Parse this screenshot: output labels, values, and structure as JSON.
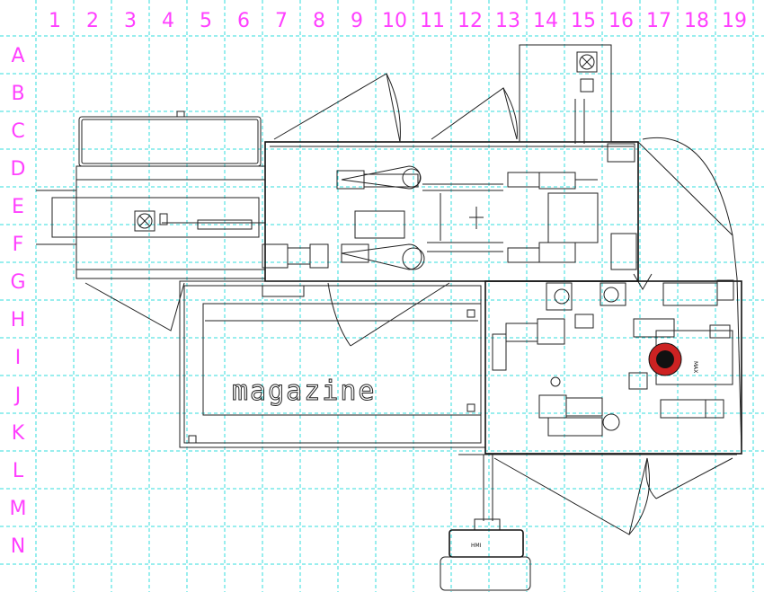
{
  "grid": {
    "columns": [
      "1",
      "2",
      "3",
      "4",
      "5",
      "6",
      "7",
      "8",
      "9",
      "10",
      "11",
      "12",
      "13",
      "14",
      "15",
      "16",
      "17",
      "18",
      "19"
    ],
    "rows": [
      "A",
      "B",
      "C",
      "D",
      "E",
      "F",
      "G",
      "H",
      "I",
      "J",
      "K",
      "L",
      "M",
      "N"
    ]
  },
  "labels": {
    "magazine": "magazine",
    "hmi": "HMI",
    "max": "MAX"
  },
  "colors": {
    "grid_line": "#33dddd",
    "grid_label": "#ff40ff",
    "emergency_stop_outer": "#cc2222",
    "emergency_stop_inner": "#111111"
  },
  "icons": {
    "fan": "fan-icon",
    "emergency_stop": "emergency-stop-icon"
  }
}
